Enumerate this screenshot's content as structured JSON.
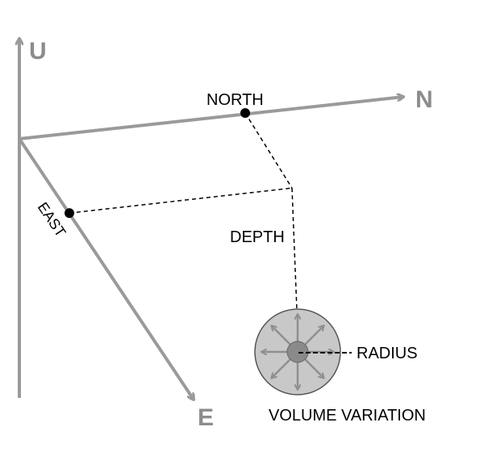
{
  "colors": {
    "axis": "#9a9a9a",
    "axis_letter": "#8c8c8c",
    "source_fill": "#c8c8c8",
    "source_core": "#8a8a8a",
    "arrow_fill": "#8f8f8f",
    "dashed": "#000000",
    "point": "#000000"
  },
  "axes": {
    "up": "U",
    "north": "N",
    "east": "E"
  },
  "labels": {
    "north": "NORTH",
    "east": "EAST",
    "depth": "DEPTH",
    "radius": "RADIUS",
    "volume_variation": "VOLUME VARIATION"
  }
}
